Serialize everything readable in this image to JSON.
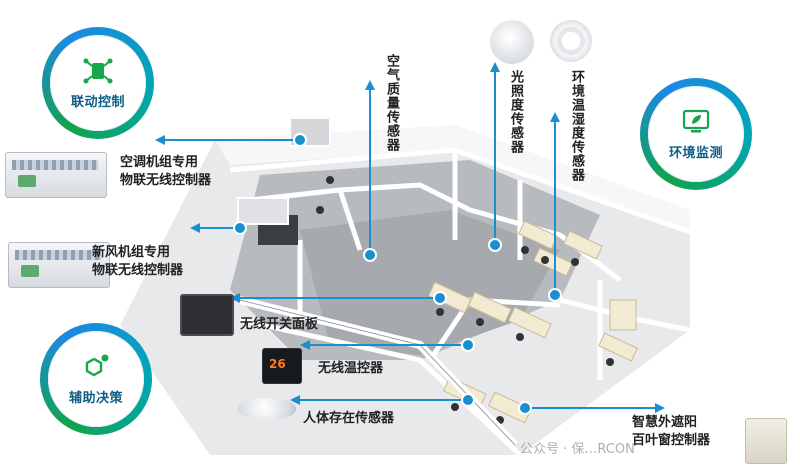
{
  "badges": {
    "linkage": "联动控制",
    "environment": "环境监测",
    "auxiliary": "辅助决策"
  },
  "labels": {
    "ac_controller": [
      "空调机组专用",
      "物联无线控制器"
    ],
    "fresh_air_controller": [
      "新风机组专用",
      "物联无线控制器"
    ],
    "wireless_switch": "无线开关面板",
    "wireless_thermostat": "无线温控器",
    "occupancy_sensor": "人体存在传感器",
    "air_quality_sensor": "空气质量传感器",
    "light_sensor": "光照度传感器",
    "temp_humidity_sensor": "环境温湿度传感器",
    "blind_controller": [
      "智慧外遮阳",
      "百叶窗控制器"
    ]
  },
  "thermostat_display": "26",
  "watermark": "公众号 · 保…RCON",
  "colors": {
    "accent_blue": "#1a8fd0",
    "badge_text": "#0c5e86",
    "green": "#12a34a"
  }
}
